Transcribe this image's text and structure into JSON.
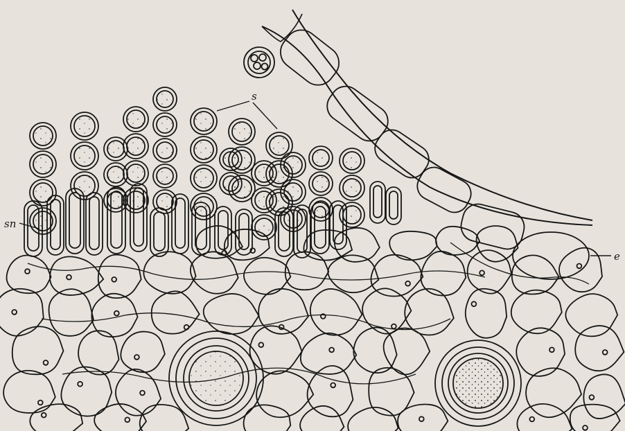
{
  "figure": {
    "labels": {
      "spores": "s",
      "sporophores": "sn",
      "epidermis": "e"
    },
    "colors": {
      "paper": "#e7e3dc",
      "ink": "#161616"
    }
  }
}
